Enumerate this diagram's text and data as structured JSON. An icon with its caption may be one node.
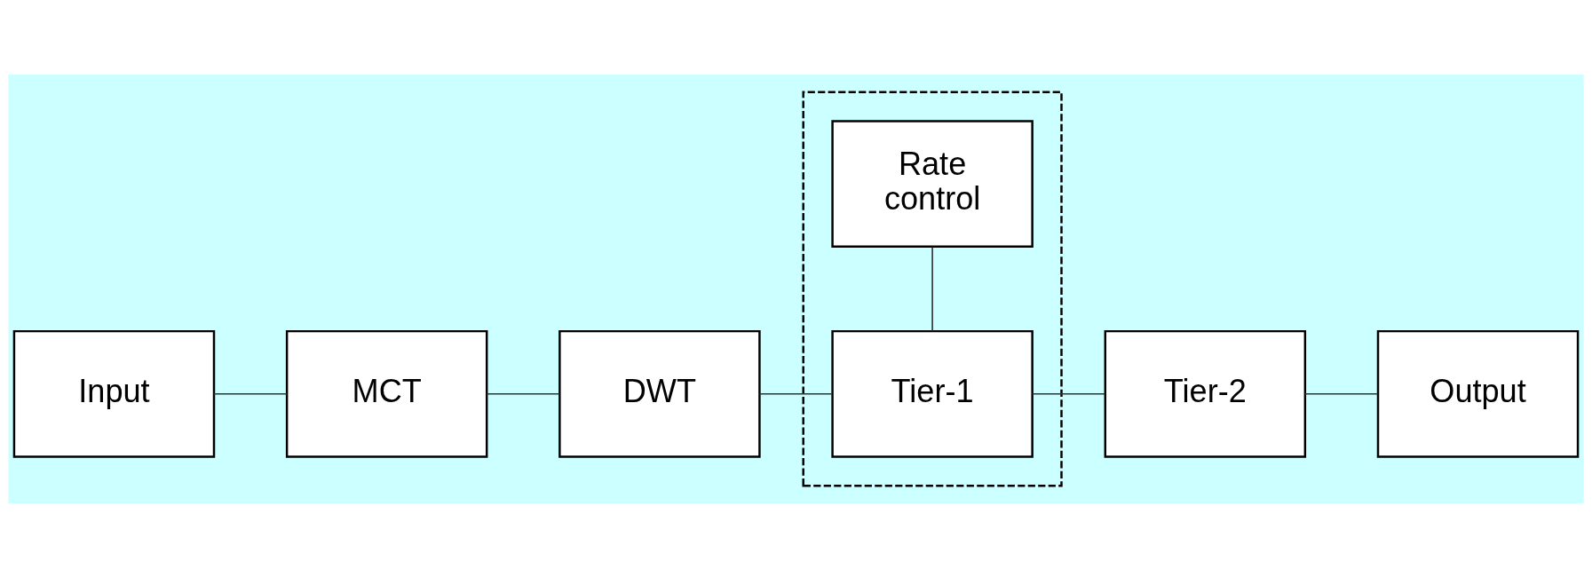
{
  "diagram": {
    "nodes": [
      {
        "text": [
          "Input"
        ]
      },
      {
        "text": [
          "MCT"
        ]
      },
      {
        "text": [
          "DWT"
        ]
      },
      {
        "text": [],
        "shape": "box"
      },
      {
        "text": [
          "Tier-1"
        ],
        "in": 3
      },
      {
        "text": [
          "Rate control"
        ],
        "in": 3
      },
      {
        "text": [
          "Tier-2"
        ]
      },
      {
        "text": [
          "Output"
        ]
      }
    ],
    "edges": [
      {
        "from": 0,
        "to": 1,
        "arrow": "none"
      },
      {
        "from": 1,
        "to": 2,
        "arrow": "none"
      },
      {
        "from": 2,
        "to": 4,
        "arrow": "none"
      },
      {
        "from": 4,
        "to": 6,
        "arrow": "none"
      },
      {
        "from": 6,
        "to": 7,
        "arrow": "none"
      },
      {
        "from": 4,
        "to": 5,
        "arrow": "none"
      }
    ]
  }
}
